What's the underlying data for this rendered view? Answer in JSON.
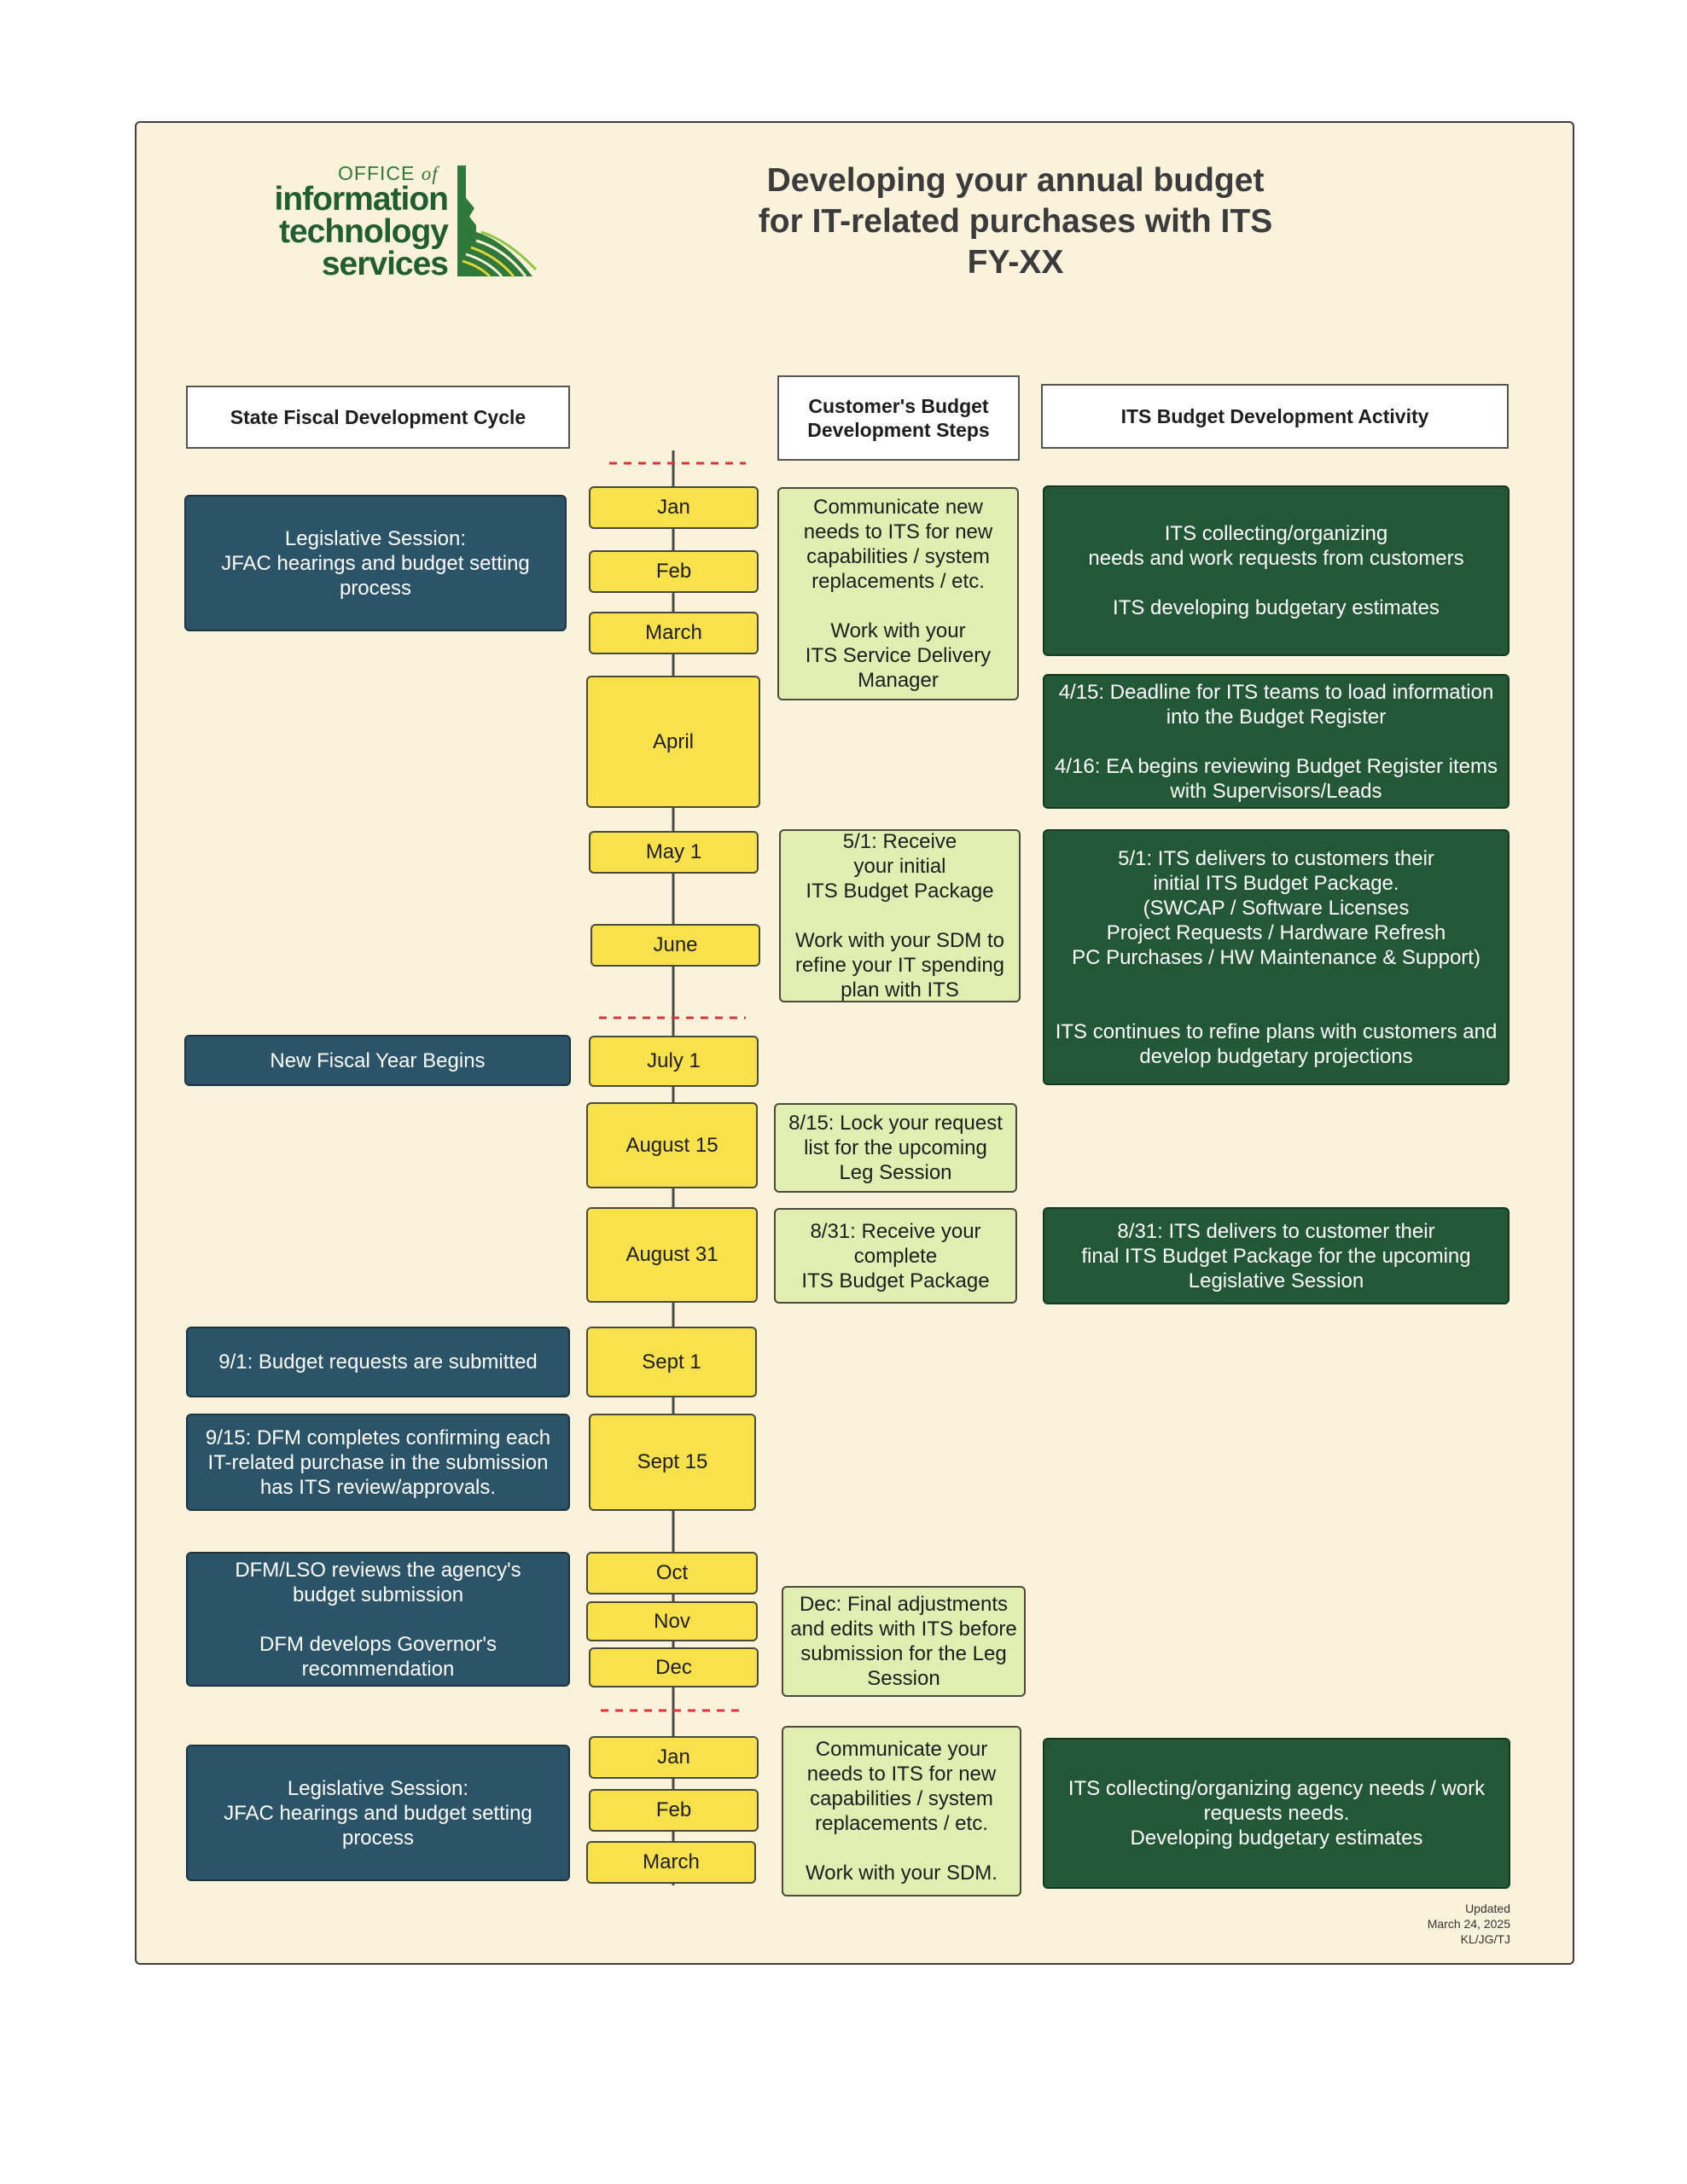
{
  "logo": {
    "line1a": "OFFICE",
    "line1b": "of",
    "line2": "information",
    "line3": "technology",
    "line4": "services"
  },
  "title": {
    "line1": "Developing your annual budget",
    "line2": "for IT-related purchases with ITS",
    "line3": "FY-XX"
  },
  "headers": {
    "state": "State Fiscal Development Cycle",
    "customer": "Customer's Budget\nDevelopment Steps",
    "its": "ITS Budget Development Activity"
  },
  "months": {
    "jan1": "Jan",
    "feb1": "Feb",
    "march1": "March",
    "april": "April",
    "may1": "May 1",
    "june": "June",
    "july1": "July 1",
    "aug15": "August 15",
    "aug31": "August 31",
    "sept1": "Sept 1",
    "sept15": "Sept 15",
    "oct": "Oct",
    "nov": "Nov",
    "dec": "Dec",
    "jan2": "Jan",
    "feb2": "Feb",
    "march2": "March"
  },
  "state_cycle": {
    "leg_session_1": "Legislative Session:\nJFAC hearings and budget setting\nprocess",
    "new_fiscal_year": "New Fiscal Year Begins",
    "budget_submitted": "9/1:  Budget requests are submitted",
    "dfm_confirms": "9/15: DFM completes confirming each\nIT-related purchase in the submission\nhas ITS review/approvals.",
    "dfm_lso_review": "DFM/LSO reviews the agency's\nbudget submission\n\nDFM develops Governor's\nrecommendation",
    "leg_session_2": "Legislative Session:\nJFAC hearings and budget setting\nprocess"
  },
  "customer_steps": {
    "communicate_1": "Communicate new\nneeds to ITS for  new\ncapabilities / system\nreplacements / etc.\n\nWork with your\nITS Service Delivery\nManager",
    "receive_initial": "5/1:  Receive\nyour initial\nITS Budget Package\n\nWork with your SDM to\nrefine your IT spending\nplan with ITS",
    "lock_request": "8/15: Lock your request\nlist for the upcoming\nLeg Session",
    "receive_complete": "8/31: Receive your\ncomplete\nITS Budget Package",
    "dec_final": "Dec: Final adjustments\nand edits with ITS before\nsubmission for the Leg\nSession",
    "communicate_2": "Communicate your\nneeds to ITS for new\ncapabilities / system\nreplacements / etc.\n\nWork with your SDM."
  },
  "its_activity": {
    "collecting_1": "ITS collecting/organizing\nneeds and work requests from customers\n\nITS developing budgetary estimates",
    "deadline": "4/15: Deadline for ITS teams to load information\ninto the Budget Register\n\n4/16: EA begins reviewing Budget Register items\nwith Supervisors/Leads",
    "delivers_initial": "5/1:  ITS delivers to customers their\ninitial ITS Budget Package.\n(SWCAP / Software Licenses\nProject Requests / Hardware Refresh\nPC Purchases / HW Maintenance & Support)\n\n\nITS continues to refine plans with customers and\ndevelop budgetary projections",
    "delivers_final": "8/31:  ITS delivers to customer their\nfinal ITS Budget Package for the upcoming\nLegislative Session",
    "collecting_2": "ITS collecting/organizing agency needs / work\nrequests needs.\nDeveloping budgetary estimates"
  },
  "updated": {
    "line1": "Updated",
    "line2": "March 24, 2025",
    "line3": "KL/JG/TJ"
  },
  "colors": {
    "background": "#fbf2dc",
    "month": "#f8e14a",
    "state": "#2b5468",
    "customer": "#e2edb2",
    "its": "#235836",
    "dashed_divider": "#e0323a"
  }
}
